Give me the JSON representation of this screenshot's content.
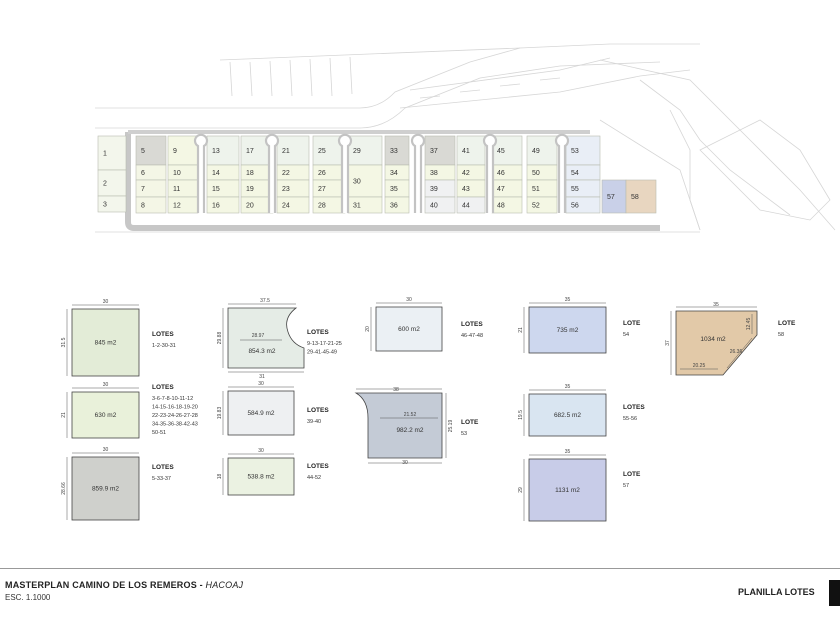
{
  "site_lots": [
    {
      "n": "1",
      "c": "#f3f6ec"
    },
    {
      "n": "2",
      "c": "#f3f6ec"
    },
    {
      "n": "3",
      "c": "#f3f6ec"
    },
    {
      "n": "5",
      "c": "#d9d9d4"
    },
    {
      "n": "6",
      "c": "#f4f6e6"
    },
    {
      "n": "7",
      "c": "#f4f6e6"
    },
    {
      "n": "8",
      "c": "#f4f6e6"
    },
    {
      "n": "9",
      "c": "#f4f7e4"
    },
    {
      "n": "10",
      "c": "#f4f7e4"
    },
    {
      "n": "11",
      "c": "#f4f7e4"
    },
    {
      "n": "12",
      "c": "#f4f7e4"
    },
    {
      "n": "13",
      "c": "#eef3ec"
    },
    {
      "n": "14",
      "c": "#f4f7e4"
    },
    {
      "n": "15",
      "c": "#f4f7e4"
    },
    {
      "n": "16",
      "c": "#f4f7e4"
    },
    {
      "n": "17",
      "c": "#eef3ec"
    },
    {
      "n": "18",
      "c": "#f4f7e4"
    },
    {
      "n": "19",
      "c": "#f4f7e4"
    },
    {
      "n": "20",
      "c": "#f4f7e4"
    },
    {
      "n": "21",
      "c": "#eef3ec"
    },
    {
      "n": "22",
      "c": "#f4f7e4"
    },
    {
      "n": "23",
      "c": "#f4f7e4"
    },
    {
      "n": "24",
      "c": "#f4f7e4"
    },
    {
      "n": "25",
      "c": "#eef3ec"
    },
    {
      "n": "26",
      "c": "#f4f7e4"
    },
    {
      "n": "27",
      "c": "#f4f7e4"
    },
    {
      "n": "28",
      "c": "#f4f7e4"
    },
    {
      "n": "29",
      "c": "#eef3ec"
    },
    {
      "n": "30",
      "c": "#f4f7e4"
    },
    {
      "n": "31",
      "c": "#f4f7e4"
    },
    {
      "n": "33",
      "c": "#d9d9d4"
    },
    {
      "n": "34",
      "c": "#f4f7e4"
    },
    {
      "n": "35",
      "c": "#f4f7e4"
    },
    {
      "n": "36",
      "c": "#f4f7e4"
    },
    {
      "n": "37",
      "c": "#d9d9d4"
    },
    {
      "n": "38",
      "c": "#f4f7e4"
    },
    {
      "n": "39",
      "c": "#f0f1f2"
    },
    {
      "n": "40",
      "c": "#f0f1f2"
    },
    {
      "n": "41",
      "c": "#eef3ec"
    },
    {
      "n": "42",
      "c": "#f4f7e4"
    },
    {
      "n": "43",
      "c": "#f4f7e4"
    },
    {
      "n": "44",
      "c": "#f0f1f2"
    },
    {
      "n": "45",
      "c": "#eef3ec"
    },
    {
      "n": "46",
      "c": "#f4f7e4"
    },
    {
      "n": "47",
      "c": "#f4f7e4"
    },
    {
      "n": "48",
      "c": "#f4f7e4"
    },
    {
      "n": "49",
      "c": "#eef3ec"
    },
    {
      "n": "50",
      "c": "#f4f7e4"
    },
    {
      "n": "51",
      "c": "#f4f7e4"
    },
    {
      "n": "52",
      "c": "#f4f7e4"
    },
    {
      "n": "53",
      "c": "#e9eef6"
    },
    {
      "n": "54",
      "c": "#e9eef6"
    },
    {
      "n": "55",
      "c": "#e9eef6"
    },
    {
      "n": "56",
      "c": "#e9eef6"
    },
    {
      "n": "57",
      "c": "#c9d0e8"
    },
    {
      "n": "58",
      "c": "#e8d6c0"
    }
  ],
  "typologies": [
    {
      "id": "t1",
      "area": "845 m2",
      "dims": [
        "30",
        "31.5"
      ],
      "title": "LOTES",
      "lots": [
        "1-2-30-31"
      ],
      "color": "#e3ecd7"
    },
    {
      "id": "t2",
      "area": "630 m2",
      "dims": [
        "30",
        "21"
      ],
      "title": "LOTES",
      "lots": [
        "3-6-7-8-10-11-12",
        "14-15-16-18-19-20",
        "22-23-24-26-27-28",
        "34-35-36-38-42-43",
        "50-51"
      ],
      "color": "#e9f1da"
    },
    {
      "id": "t3",
      "area": "859.9 m2",
      "dims": [
        "30",
        "28.66"
      ],
      "title": "LOTES",
      "lots": [
        "5-33-37"
      ],
      "color": "#cfd0cc"
    },
    {
      "id": "t4",
      "area": "854.3 m2",
      "dims": [
        "37.5",
        "29.88",
        "31",
        "28.97"
      ],
      "title": "LOTES",
      "lots": [
        "9-13-17-21-25",
        "29-41-45-49"
      ],
      "color": "#e5ece6"
    },
    {
      "id": "t5",
      "area": "584.9 m2",
      "dims": [
        "30",
        "19.83"
      ],
      "title": "LOTES",
      "lots": [
        "39-40"
      ],
      "color": "#eef0f2"
    },
    {
      "id": "t6",
      "area": "538.8 m2",
      "dims": [
        "30",
        "18"
      ],
      "title": "LOTES",
      "lots": [
        "44-52"
      ],
      "color": "#ebf2e2"
    },
    {
      "id": "t7",
      "area": "600 m2",
      "dims": [
        "30",
        "20"
      ],
      "title": "LOTES",
      "lots": [
        "46-47-48"
      ],
      "color": "#ebf0f4"
    },
    {
      "id": "t8",
      "area": "982.2 m2",
      "dims": [
        "38",
        "21.52",
        "25.19",
        "30"
      ],
      "title": "LOTE",
      "lots": [
        "53"
      ],
      "color": "#c4cbd6"
    },
    {
      "id": "t9",
      "area": "735 m2",
      "dims": [
        "35",
        "21"
      ],
      "title": "LOTE",
      "lots": [
        "54"
      ],
      "color": "#cdd7ee"
    },
    {
      "id": "t10",
      "area": "682.5 m2",
      "dims": [
        "35",
        "19.5"
      ],
      "title": "LOTES",
      "lots": [
        "55-56"
      ],
      "color": "#d9e5f1"
    },
    {
      "id": "t11",
      "area": "1131 m2",
      "dims": [
        "35",
        "29"
      ],
      "title": "LOTE",
      "lots": [
        "57"
      ],
      "color": "#c8cce8"
    },
    {
      "id": "t12",
      "area": "1034 m2",
      "dims": [
        "35",
        "37",
        "12.45",
        "20.25",
        "26.36"
      ],
      "title": "LOTE",
      "lots": [
        "58"
      ],
      "color": "#e2c9a8"
    }
  ],
  "footer": {
    "title": "MASTERPLAN CAMINO DE LOS REMEROS - ",
    "title_italic": "HACOAJ",
    "scale": "ESC. 1.1000",
    "sheet": "PLANILLA LOTES"
  }
}
